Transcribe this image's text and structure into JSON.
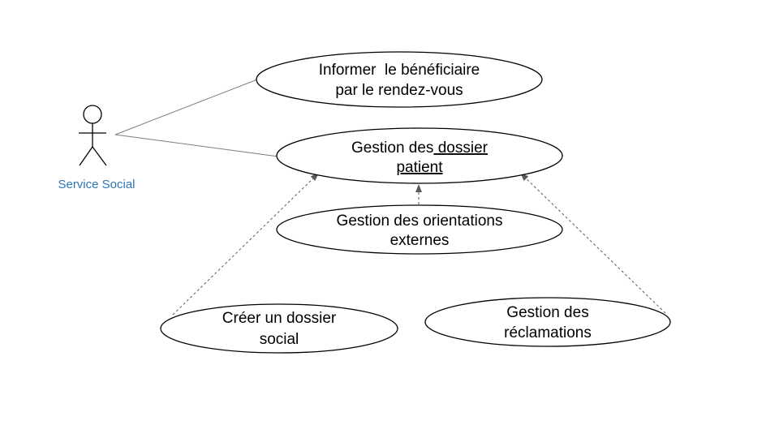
{
  "actor": {
    "label": "Service Social",
    "label_color": "#2e75b6",
    "icon": "stick-figure-icon"
  },
  "use_cases": {
    "informer": {
      "line1": "Informer  le bénéficiaire",
      "line2": "par le rendez-vous"
    },
    "dossier_patient": {
      "line1_plain": "Gestion des",
      "line1_underlined": " dossier",
      "line2_underlined": "patient"
    },
    "orientations": {
      "line1": "Gestion des orientations",
      "line2": "externes"
    },
    "creer_dossier": {
      "line1": "Créer un dossier",
      "line2": "social"
    },
    "reclamations": {
      "line1": "Gestion des",
      "line2": "réclamations"
    }
  },
  "colors": {
    "stroke": "#000000",
    "association_line": "#7f7f7f",
    "dependency_line": "#595959"
  }
}
